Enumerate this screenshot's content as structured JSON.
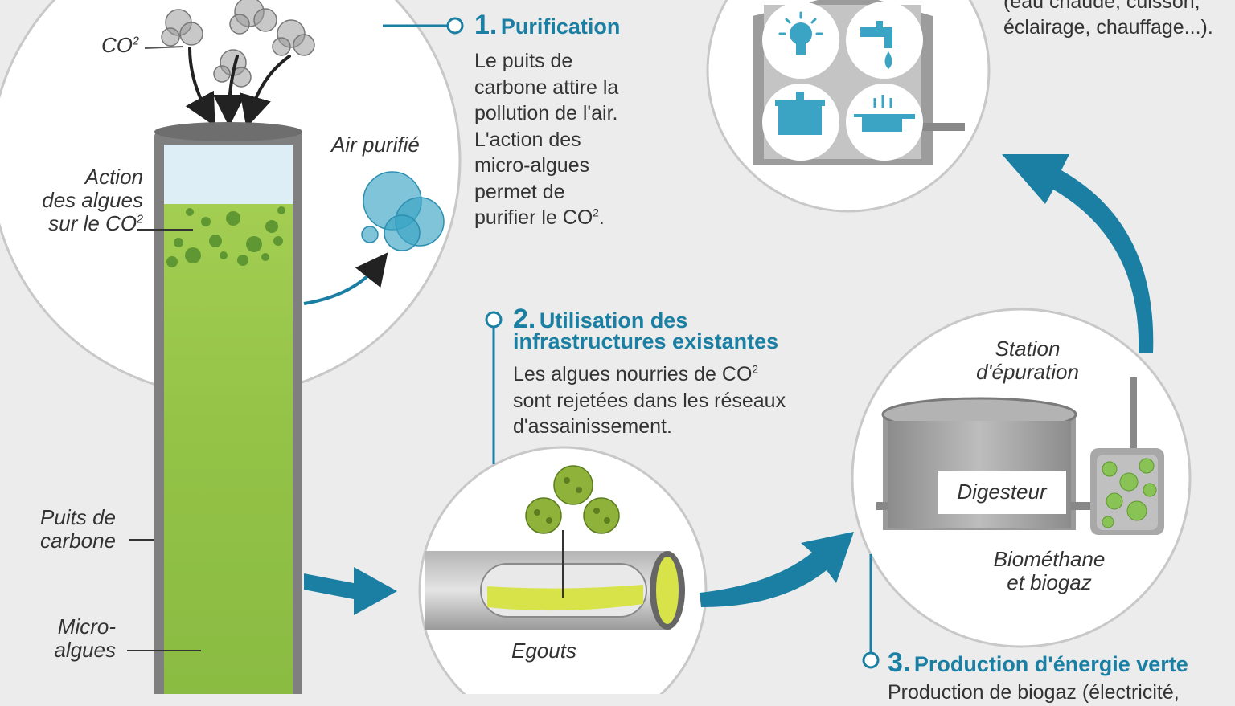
{
  "colors": {
    "teal": "#1a7fa3",
    "algae_green": "#8bc43f",
    "dark_green": "#5d8f2a",
    "pipe_gray": "#9b9b9b",
    "sewage_yellow": "#d8e34a",
    "bubble_blue": "#3ba4c4"
  },
  "tube": {
    "co2_label": "CO",
    "co2_sup": "2",
    "action_line1": "Action",
    "action_line2": "des algues",
    "action_line3": "sur le CO",
    "action_sup": "2",
    "air_label": "Air purifié",
    "puits_line1": "Puits de",
    "puits_line2": "carbone",
    "micro_line1": "Micro-",
    "micro_line2": "algues"
  },
  "step1": {
    "number": "1.",
    "title": "Purification",
    "lines": [
      "Le puits de",
      "carbone attire la",
      "pollution de l'air.",
      "L'action des",
      "micro-algues",
      "permet de"
    ],
    "last_line": "purifier le CO",
    "last_sup": "2",
    "last_tail": "."
  },
  "step2": {
    "number": "2.",
    "title_line1": "Utilisation des",
    "title_line2": "infrastructures existantes",
    "line1": "Les algues nourries de CO",
    "line1_sup": "2",
    "line2": "sont rejetées dans les réseaux",
    "line3": "d'assainissement.",
    "egouts_label": "Egouts"
  },
  "station": {
    "title_line1": "Station",
    "title_line2": "d'épuration",
    "digester_label": "Digesteur",
    "bio_line1": "Biométhane",
    "bio_line2": "et biogaz"
  },
  "step3": {
    "number": "3.",
    "title": "Production d'énergie verte",
    "partial_line": "Production de biogaz (électricité,"
  },
  "house": {
    "caption_line1": "(eau chaude, cuisson,",
    "caption_line2": "éclairage, chauffage...).",
    "icons": [
      "lightbulb-icon",
      "faucet-icon",
      "cooking-pot-icon",
      "saucepan-icon"
    ]
  }
}
